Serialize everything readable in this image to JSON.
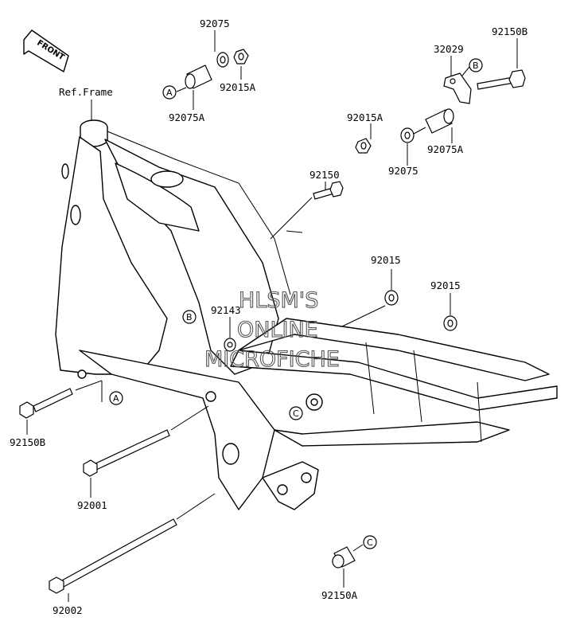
{
  "front_arrow": {
    "label": "FRONT"
  },
  "ref_frame": "Ref.Frame",
  "parts": {
    "p92075_top": "92075",
    "p92015A_top": "92015A",
    "p92075A_top": "92075A",
    "p32029": "32029",
    "p92150B_top": "92150B",
    "p92015A_right": "92015A",
    "p92075A_right": "92075A",
    "p92075_right": "92075",
    "p92150": "92150",
    "p92015_a": "92015",
    "p92015_b": "92015",
    "p92143": "92143",
    "p92150B_left": "92150B",
    "p92001": "92001",
    "p92002": "92002",
    "p92150A": "92150A"
  },
  "callouts": {
    "a1": "A",
    "a2": "A",
    "b1": "B",
    "b2": "B",
    "c1": "C",
    "c2": "C"
  },
  "watermark": [
    "HLSM'S",
    "ONLINE",
    "MICROFICHE"
  ]
}
